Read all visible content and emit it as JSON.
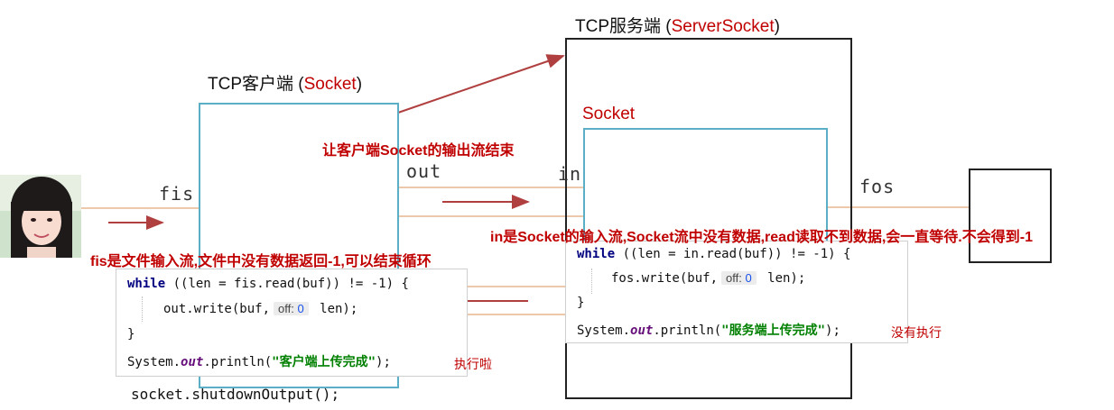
{
  "server_title": {
    "prefix": "TCP服务端 (",
    "highlight": "ServerSocket",
    "suffix": ")"
  },
  "client_title": {
    "prefix": "TCP客户端 (",
    "highlight": "Socket",
    "suffix": ")"
  },
  "server_socket_label": "Socket",
  "streams": {
    "fis": "fis",
    "out": "out",
    "in": "in",
    "fos": "fos"
  },
  "notes": {
    "client_shutdown": "让客户端Socket的输出流结束",
    "server_in": "in是Socket的输入流,Socket流中没有数据,read读取不到数据,会一直等待.不会得到-1",
    "client_fis": "fis是文件输入流,文件中没有数据返回-1,可以结束循环",
    "executed": "执行啦",
    "not_executed": "没有执行"
  },
  "client_code": {
    "line1": {
      "kw": "while",
      "text": " ((len = fis.read(buf)) != -1) {"
    },
    "line2": {
      "pre": "out.write(buf,",
      "hint_label": "off:",
      "hint_value": "0",
      "post": " len);"
    },
    "line3": "}",
    "line4": {
      "pre": "System.",
      "field": "out",
      "mid": ".println(",
      "str": "\"客户端上传完成\"",
      "post": ");"
    }
  },
  "shutdown_code": "socket.shutdownOutput();",
  "server_code": {
    "line1": {
      "kw": "while",
      "text": " ((len = in.read(buf)) != -1) {"
    },
    "line2": {
      "pre": "fos.write(buf,",
      "hint_label": "off:",
      "hint_value": "0",
      "post": " len);"
    },
    "line3": "}",
    "line4": {
      "pre": "System.",
      "field": "out",
      "mid": ".println(",
      "str": "\"服务端上传完成\"",
      "post": ");"
    }
  },
  "colors": {
    "accent_red": "#c00000",
    "box_teal": "#5aaec6",
    "box_black": "#222222",
    "line_orange": "#e2a878",
    "arrow_red": "#b04040"
  }
}
